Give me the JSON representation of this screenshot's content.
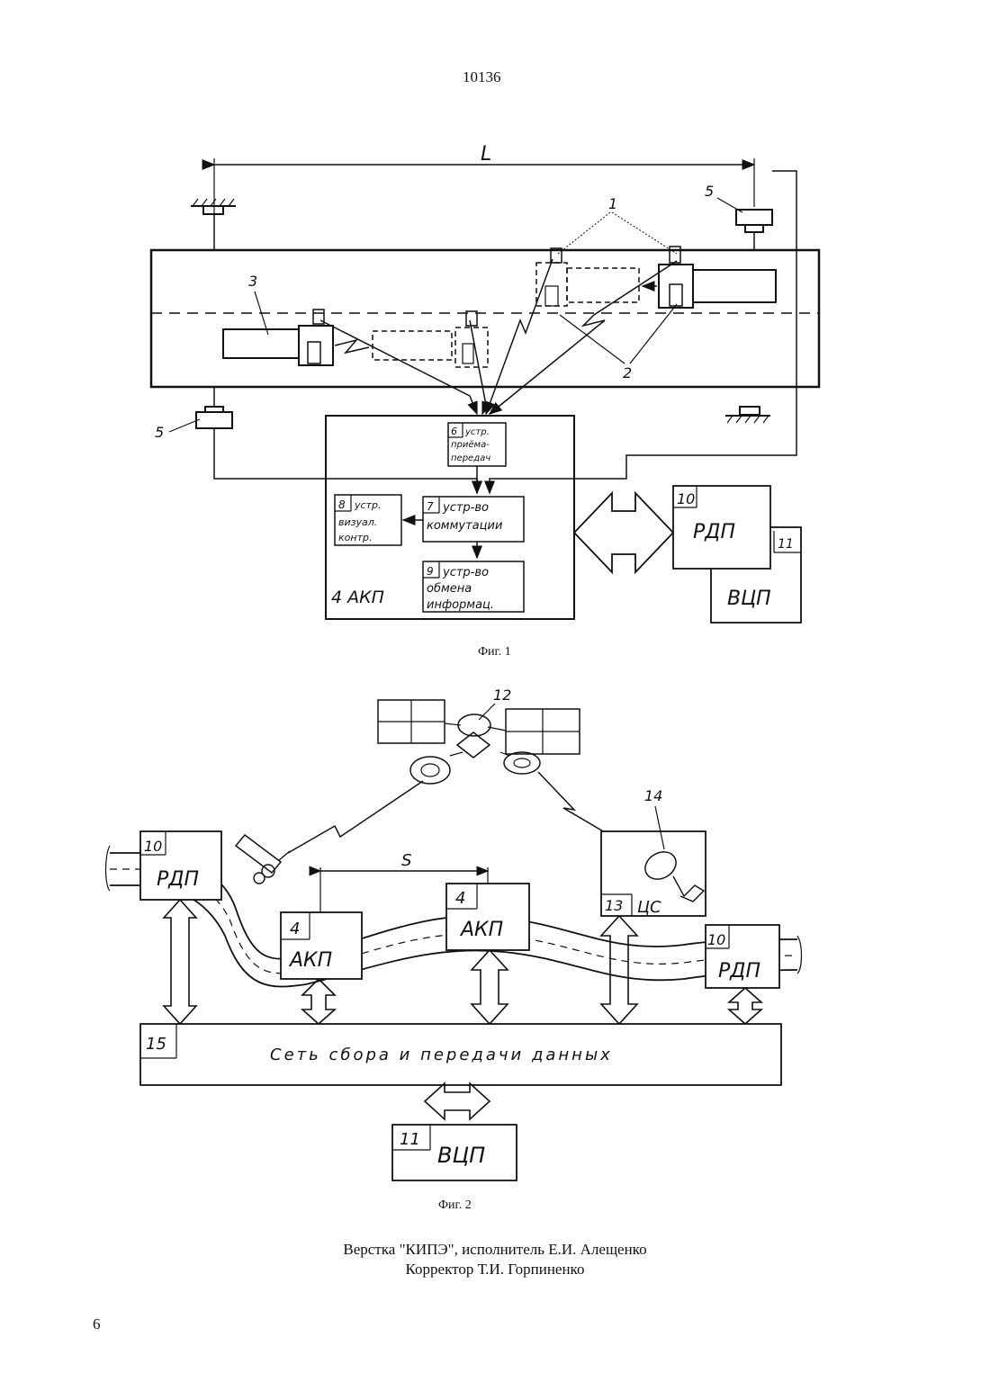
{
  "header": {
    "page_number": "10136"
  },
  "figure1": {
    "caption": "Фиг. 1",
    "dimension_label": "L",
    "refs": {
      "one": "1",
      "two": "2",
      "three": "3",
      "five_top": "5",
      "five_bottom": "5"
    },
    "akp_box": {
      "label": "4 АКП"
    },
    "block6": {
      "num": "6",
      "l1": "устр.",
      "l2": "приёма-",
      "l3": "передач"
    },
    "block7": {
      "num": "7",
      "l1": "устр-во",
      "l2": "коммутации"
    },
    "block8": {
      "num": "8",
      "l1": "устр.",
      "l2": "визуал.",
      "l3": "контр."
    },
    "block9": {
      "num": "9",
      "l1": "устр-во",
      "l2": "обмена",
      "l3": "информац."
    },
    "block10": {
      "num": "10",
      "label": "РДП"
    },
    "block11": {
      "num": "11",
      "label": "ВЦП"
    }
  },
  "figure2": {
    "caption": "Фиг. 2",
    "satellite_ref": "12",
    "antenna_ref": "14",
    "dimension_label": "S",
    "rdp_left": {
      "num": "10",
      "label": "РДП"
    },
    "akp_left": {
      "num": "4",
      "label": "АКП"
    },
    "akp_mid": {
      "num": "4",
      "label": "АКП"
    },
    "cs": {
      "num": "13",
      "label": "ЦС"
    },
    "rdp_right": {
      "num": "10",
      "label": "РДП"
    },
    "network": {
      "num": "15",
      "label": "Сеть сбора и передачи данных"
    },
    "vcp": {
      "num": "11",
      "label": "ВЦП"
    }
  },
  "footer": {
    "line1": "Верстка \"КИПЭ\", исполнитель Е.И. Алещенко",
    "line2": "Корректор Т.И. Горпиненко",
    "page": "6"
  }
}
